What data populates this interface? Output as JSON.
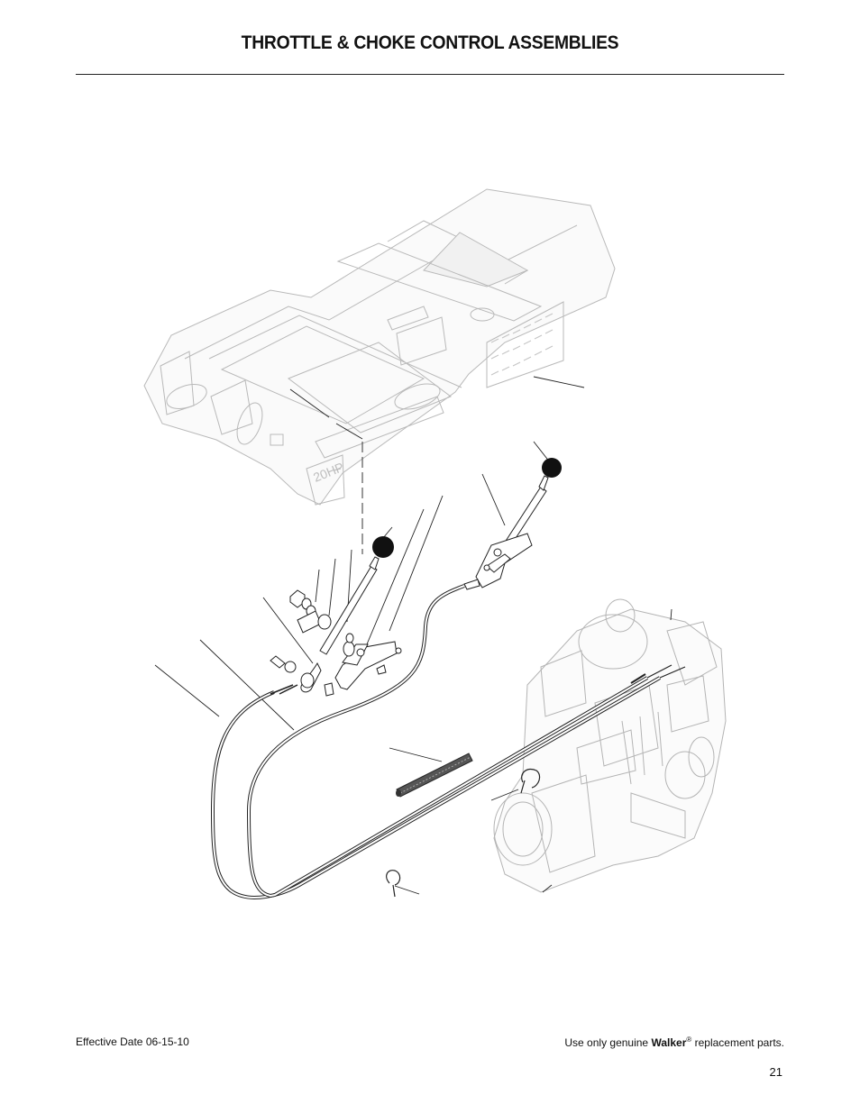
{
  "header": {
    "title": "THROTTLE & CHOKE CONTROL ASSEMBLIES"
  },
  "diagram": {
    "decal_text": "20HP"
  },
  "footer": {
    "effective_date": "Effective Date 06-15-10",
    "genuine_prefix": "Use only genuine",
    "brand": "Walker",
    "registered": "®",
    "genuine_suffix": "replacement parts.",
    "page_number": "21"
  }
}
